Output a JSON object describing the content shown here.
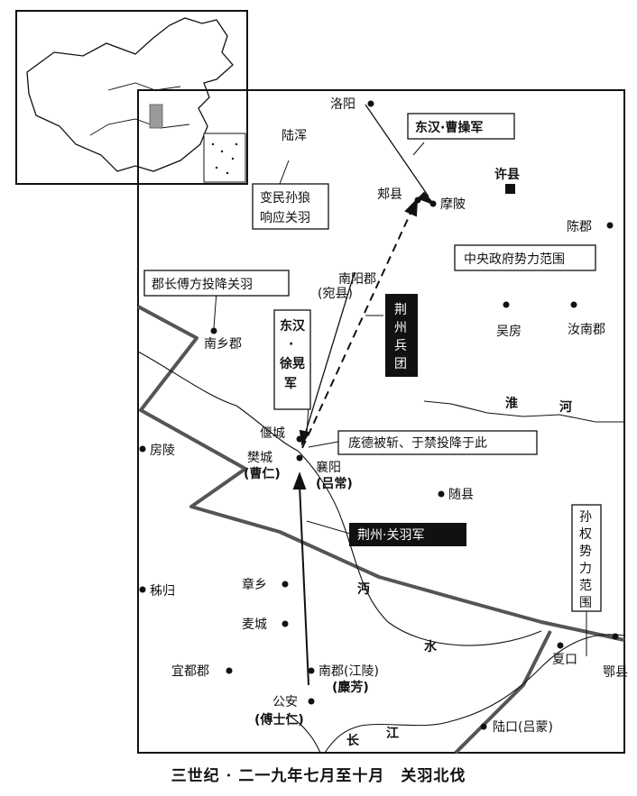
{
  "caption": "三世纪 · 二一九年七月至十月　关羽北伐",
  "places": {
    "luoyang": "洛阳",
    "luhun": "陆浑",
    "jiaxian": "郏县",
    "mobei": "摩陂",
    "xuxian": "许县",
    "chenjun": "陈郡",
    "nanyang": "南阳郡",
    "wanxian": "(宛县)",
    "wufang": "吴房",
    "runan": "汝南郡",
    "nanxiang": "南乡郡",
    "yancheng": "偃城",
    "fangling": "房陵",
    "fancheng": "樊城",
    "fancheng_def": "(曹仁)",
    "xiangyang": "襄阳",
    "xiangyang_def": "(吕常)",
    "suixian": "随县",
    "zigui": "秭归",
    "zhangxiang": "章乡",
    "maicheng": "麦城",
    "yidu": "宜都郡",
    "nanjun": "南郡(江陵)",
    "nanjun_def": "(麋芳)",
    "gongan": "公安",
    "gongan_def": "(傅士仁)",
    "xiakou": "夏口",
    "exian": "鄂县",
    "lukou": "陆口(吕蒙)"
  },
  "rivers": {
    "huai1": "淮",
    "huai2": "河",
    "mian1": "沔",
    "mian2": "水",
    "chang1": "长",
    "chang2": "江"
  },
  "boxes": {
    "cao_army": "东汉·曹操军",
    "rebels": [
      "变民孙狼",
      "响应关羽"
    ],
    "central": "中央政府势力范围",
    "fufang": "郡长傅方投降关羽",
    "xuhuang": [
      "东汉",
      "·",
      "徐晃",
      "军"
    ],
    "jingzhou_bing": [
      "荆",
      "州",
      "兵",
      "团"
    ],
    "pangde": "庞德被斩、于禁投降于此",
    "guanyu_army": "荆州·关羽军",
    "sunquan": [
      "孙",
      "权",
      "势",
      "力",
      "范",
      "围"
    ]
  },
  "colors": {
    "ink": "#111111",
    "border": "#555555",
    "box_fill": "#111111"
  },
  "icons": {
    "xuxian": "square-marker",
    "city": "dot-marker"
  }
}
